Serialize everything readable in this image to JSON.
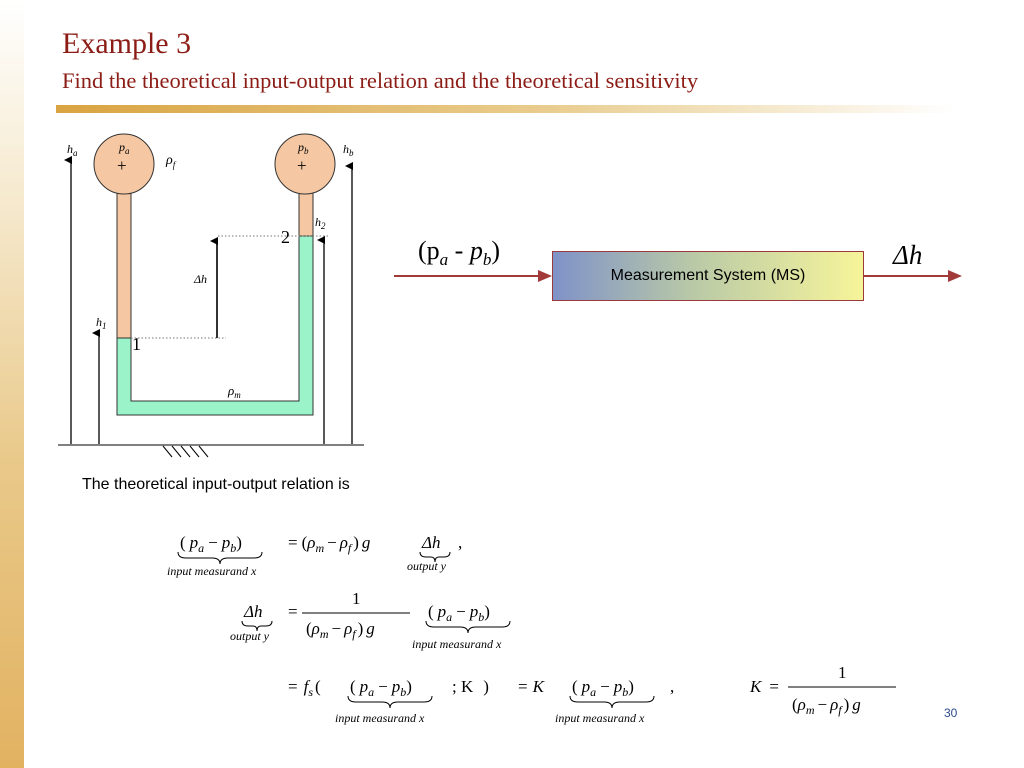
{
  "slide": {
    "title": "Example 3",
    "subtitle": "Find the theoretical input-output relation and the theoretical sensitivity",
    "page_number": "30",
    "colors": {
      "title": "#8c1c16",
      "fluid_f": "#f5c8a3",
      "fluid_m": "#9af3c9",
      "arrow": "#a33a3a"
    }
  },
  "diagram": {
    "h_a": "h",
    "h_a_sub": "a",
    "h_b": "h",
    "h_b_sub": "b",
    "p_a": "p",
    "p_a_sub": "a",
    "p_b": "p",
    "p_b_sub": "b",
    "plus_a": "+",
    "plus_b": "+",
    "rho_f": "ρ",
    "rho_f_sub": "f",
    "rho_m": "ρ",
    "rho_m_sub": "m",
    "h1": "h",
    "h1_sub": "1",
    "h2": "h",
    "h2_sub": "2",
    "delta_h": "Δh",
    "point1": "1",
    "point2": "2"
  },
  "block": {
    "input_label": "(p",
    "input_sub_a": "a",
    "input_mid": " - p",
    "input_sub_b": "b",
    "input_close": ")",
    "system_label": "Measurement System (MS)",
    "output_label": "Δh"
  },
  "text": {
    "intro": "The theoretical input-output relation is"
  },
  "equations": {
    "input_measurand": "input measurand  x",
    "output_y": "output  y",
    "one": "1",
    "eq_sign": "=",
    "comma": ",",
    "f_s": "f",
    "f_s_sub": "s",
    "semicolon_K": ";  K",
    "K": "K",
    "K_def": "K"
  }
}
